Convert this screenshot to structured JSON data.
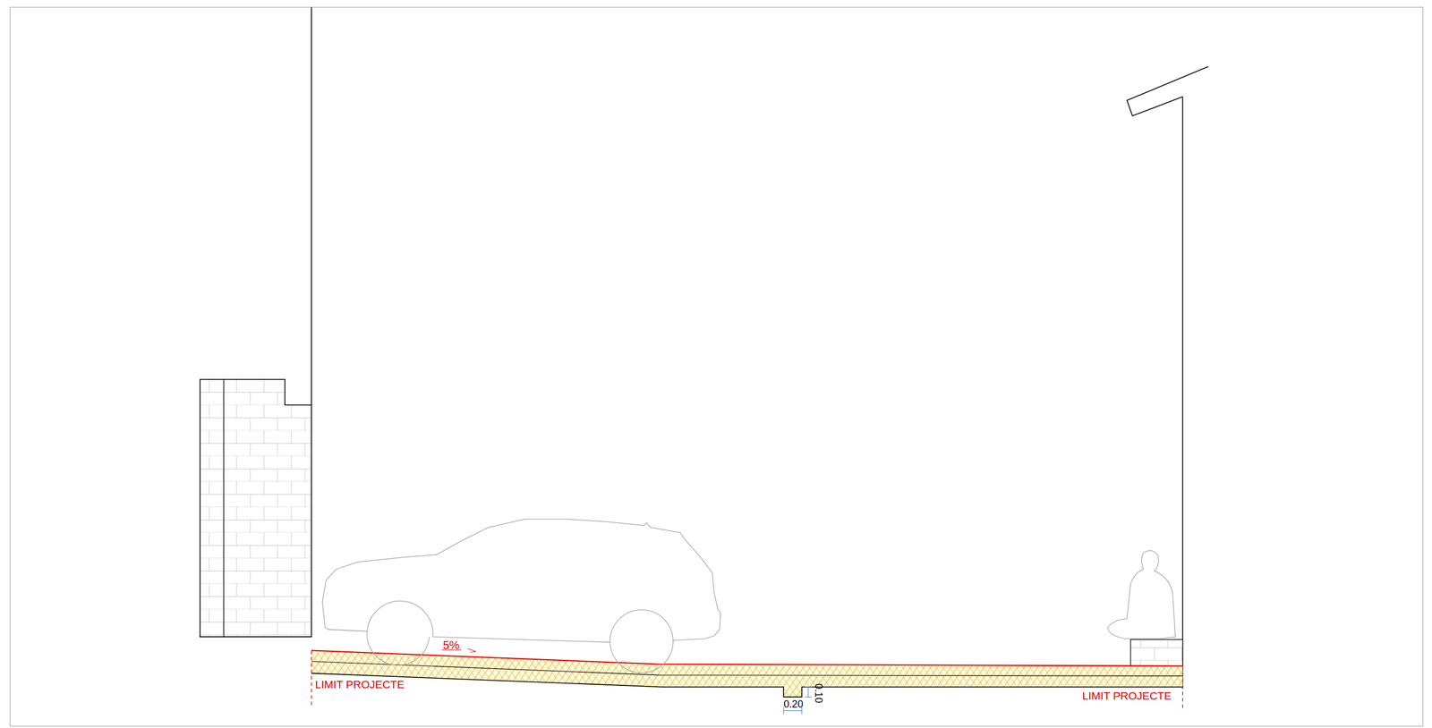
{
  "diagram": {
    "labels": [
      "5%",
      "LIMIT PROJECTE",
      "0.20",
      "0.10",
      "LIMIT PROJECTE"
    ]
  }
}
